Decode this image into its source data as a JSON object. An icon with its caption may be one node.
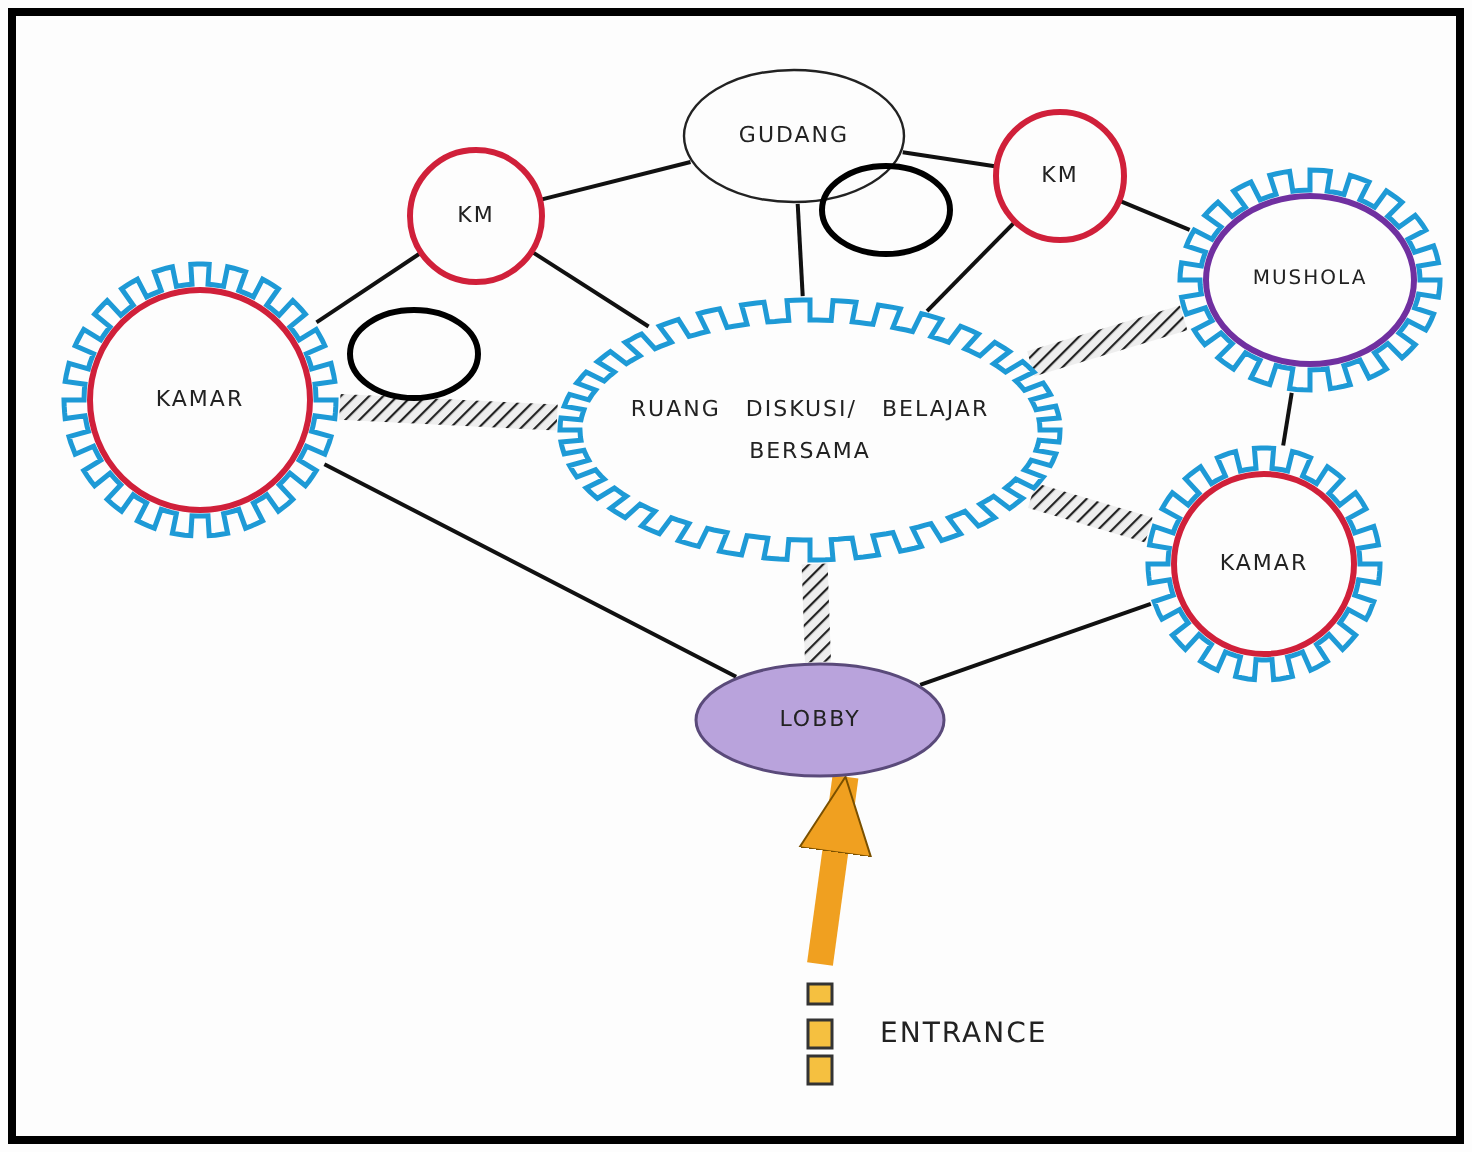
{
  "diagram": {
    "nodes": [
      {
        "text": [
          "GUDANG"
        ]
      },
      {
        "text": [
          "KM"
        ]
      },
      {
        "text": [
          "KM"
        ]
      },
      {
        "text": [],
        "shape": "circle"
      },
      {
        "text": [
          "MUSHOLA"
        ]
      },
      {
        "text": [],
        "shape": "circle"
      },
      {
        "text": [
          "KAMAR"
        ]
      },
      {
        "text": [
          "RUANG DISKUSI/ BELAJAR BERSAMA"
        ]
      },
      {
        "text": [
          "KAMAR"
        ]
      },
      {
        "text": [
          "LOBBY"
        ]
      },
      {
        "text": [
          "ENTRANCE"
        ]
      }
    ],
    "edges": [
      {
        "from": 1,
        "to": 0,
        "arrow": "none"
      },
      {
        "from": 0,
        "to": 2,
        "arrow": "none"
      },
      {
        "from": 2,
        "to": 4,
        "arrow": "none"
      },
      {
        "from": 1,
        "to": 6,
        "arrow": "none"
      },
      {
        "from": 1,
        "to": 7,
        "arrow": "none"
      },
      {
        "from": 0,
        "to": 7,
        "arrow": "none"
      },
      {
        "from": 2,
        "to": 7,
        "arrow": "none"
      },
      {
        "from": 4,
        "to": 8,
        "arrow": "none"
      },
      {
        "from": 6,
        "to": 9,
        "arrow": "none"
      },
      {
        "from": 8,
        "to": 9,
        "arrow": "none"
      },
      {
        "from": 6,
        "to": 7,
        "arrow": "none",
        "style": "thick"
      },
      {
        "from": 7,
        "to": 4,
        "arrow": "none",
        "style": "thick"
      },
      {
        "from": 7,
        "to": 8,
        "arrow": "none",
        "style": "thick"
      },
      {
        "from": 7,
        "to": 9,
        "arrow": "none",
        "style": "thick"
      },
      {
        "from": 10,
        "to": 9,
        "arrow": "to",
        "style": "thick",
        "color": "#f0a020"
      }
    ]
  }
}
